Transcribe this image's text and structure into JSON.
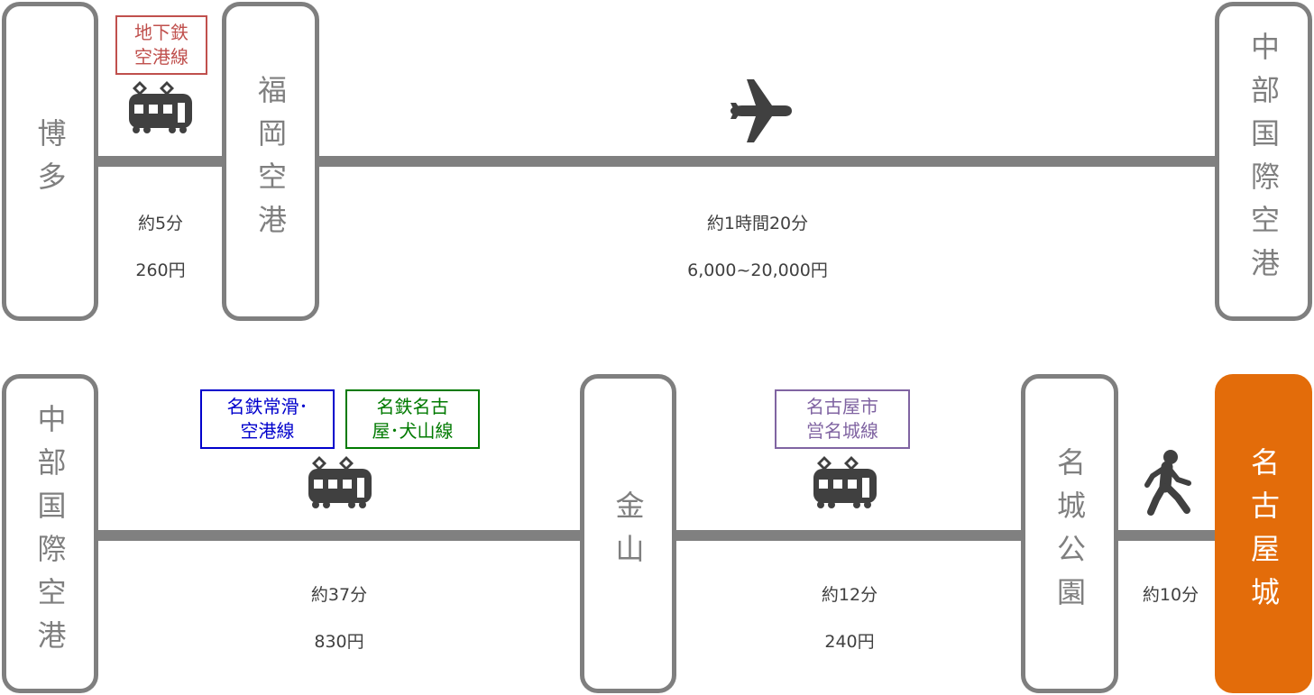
{
  "row1": {
    "stations": {
      "s1": "博多",
      "s2": "福岡空港",
      "s3": "中部国際空港"
    },
    "seg1": {
      "line": "地下鉄\n空港線",
      "line_color": "#c0504d",
      "icon": "train-icon",
      "time": "約5分",
      "fare": "260円"
    },
    "seg2": {
      "icon": "airplane-icon",
      "time": "約1時間20分",
      "fare": "6,000~20,000円"
    }
  },
  "row2": {
    "stations": {
      "s1": "中部国際空港",
      "s2": "金山",
      "s3": "名城公園",
      "dest": "名古屋城"
    },
    "seg1": {
      "lines": [
        {
          "label": "名鉄常滑･\n空港線",
          "color": "#0000cc"
        },
        {
          "label": "名鉄名古\n屋･犬山線",
          "color": "#007a00"
        }
      ],
      "icon": "train-icon",
      "time": "約37分",
      "fare": "830円"
    },
    "seg2": {
      "line": "名古屋市\n営名城線",
      "line_color": "#8064a2",
      "icon": "train-icon",
      "time": "約12分",
      "fare": "240円"
    },
    "seg3": {
      "icon": "walking-person-icon",
      "time": "約10分"
    }
  },
  "colors": {
    "station_border": "#7f7f7f",
    "track": "#808080",
    "destination": "#e36c0a",
    "icon": "#404040"
  }
}
